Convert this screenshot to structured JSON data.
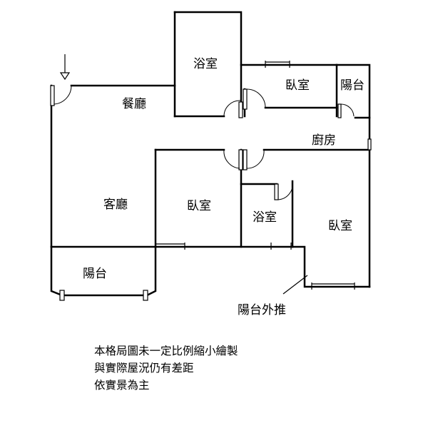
{
  "rooms": {
    "bath_top": "浴室",
    "bedroom_top": "臥室",
    "balcony_top": "陽台",
    "dining": "餐廳",
    "kitchen": "廚房",
    "living": "客廳",
    "bedroom_mid": "臥室",
    "bath_mid": "浴室",
    "bedroom_right": "臥室",
    "balcony_left": "陽台"
  },
  "annotation": {
    "balcony_push_out": "陽台外推"
  },
  "notes": [
    "本格局圖未一定比例縮小繪製",
    "與實際屋況仍有差距",
    "依實景為主"
  ]
}
